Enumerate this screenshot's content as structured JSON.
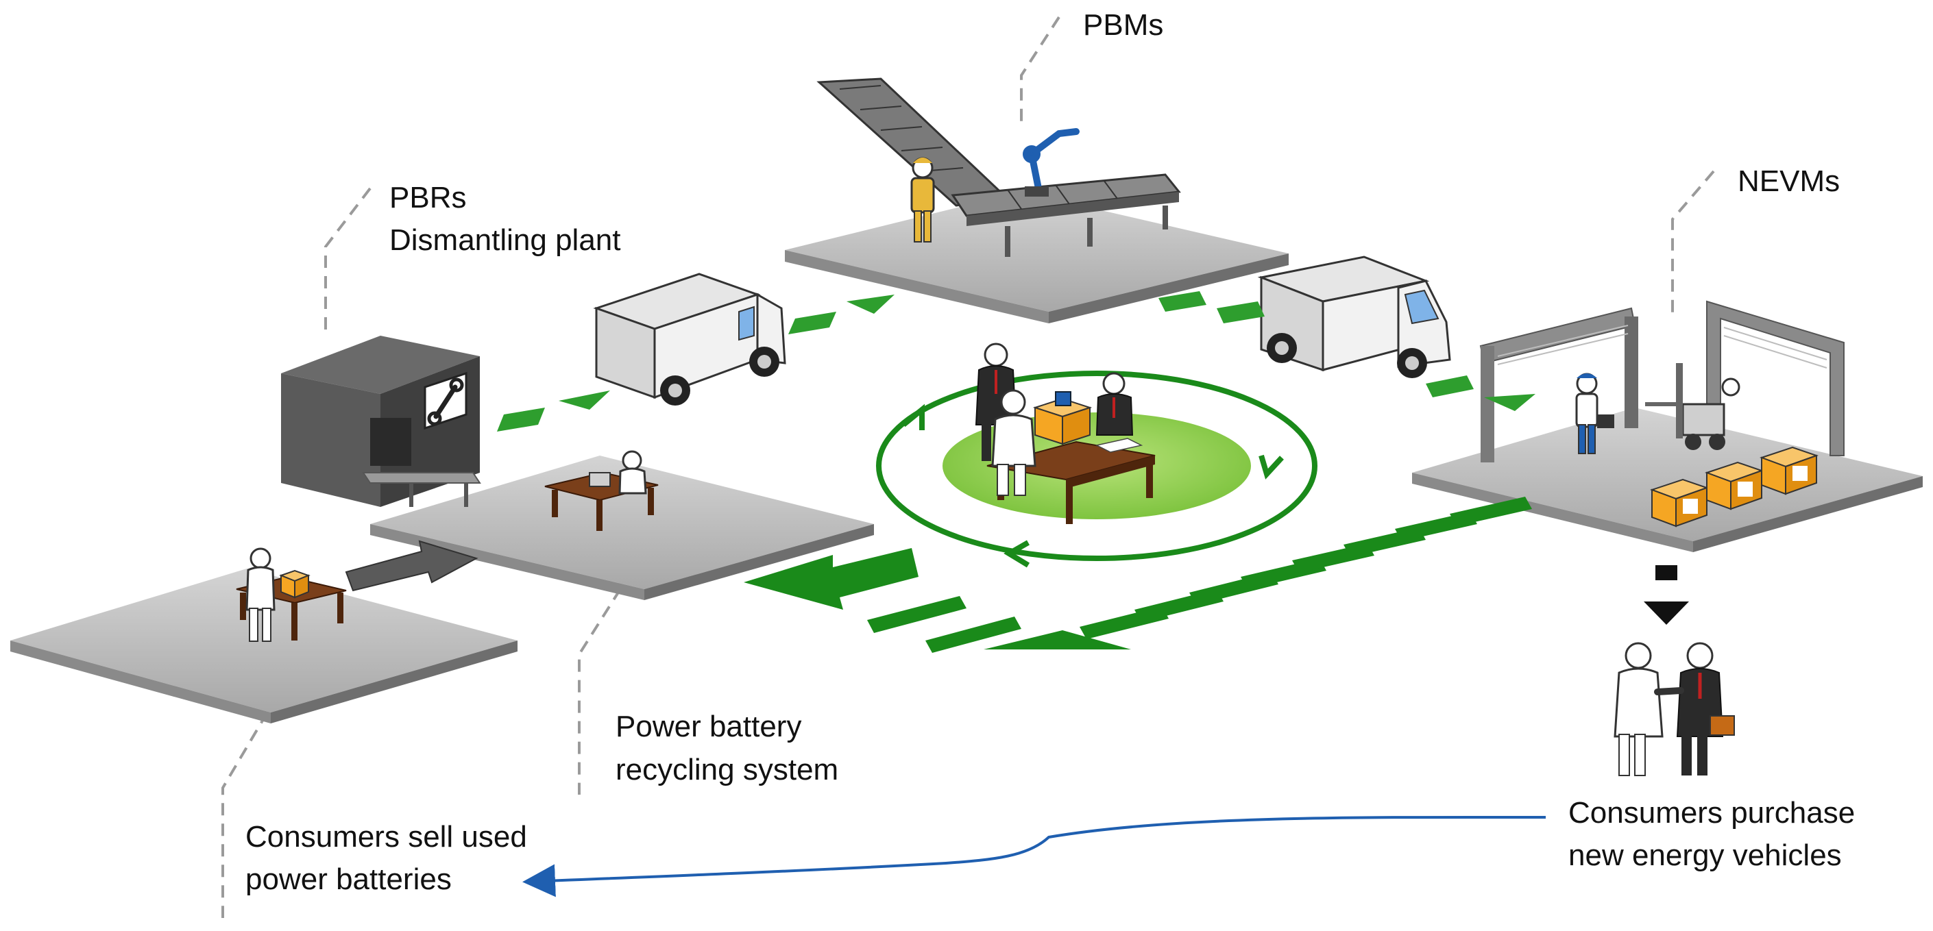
{
  "labels": {
    "pbms": "PBMs",
    "nevms": "NEVMs",
    "pbrs_line1": "PBRs",
    "pbrs_line2": "Dismantling plant",
    "system_line1": "Power battery",
    "system_line2": "recycling system",
    "sell_line1": "Consumers sell used",
    "sell_line2": "power batteries",
    "purchase_line1": "Consumers purchase",
    "purchase_line2": "new energy vehicles"
  },
  "colors": {
    "green": "#1a8a1a",
    "light_green": "#8fd14f",
    "platform": "#bdbdbd",
    "dark_gray": "#4a4a4a",
    "box_orange": "#f5a623",
    "blue_curve": "#1f5fb0",
    "table_brown": "#6b3a1a"
  },
  "icons": {
    "wrench": "wrench-icon",
    "truck": "truck-icon",
    "conveyor": "conveyor-icon",
    "robot_arm": "robot-arm-icon",
    "forklift": "forklift-icon",
    "handshake": "handshake-icon",
    "person": "person-icon"
  }
}
